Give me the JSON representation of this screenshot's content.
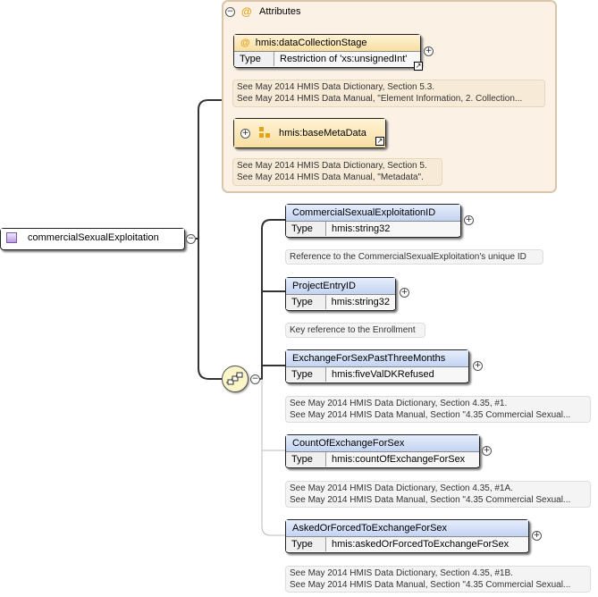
{
  "root": {
    "name": "commercialSexualExploitation",
    "toggle": "−"
  },
  "attributes": {
    "toggle": "−",
    "at_symbol": "@",
    "title": "Attributes",
    "items": [
      {
        "name": "hmis:dataCollectionStage",
        "type_label": "Type",
        "type_value": "Restriction of 'xs:unsignedInt'",
        "note": [
          "See May 2014 HMIS Data Dictionary, Section 5.3.",
          "See May 2014 HMIS Data Manual, \"Element Information, 2. Collection..."
        ]
      },
      {
        "name": "hmis:baseMetaData",
        "note": [
          "See May 2014 HMIS Data Dictionary, Section 5.",
          "See May 2014 HMIS Data Manual, \"Metadata\"."
        ]
      }
    ]
  },
  "sequence": {
    "toggle": "−",
    "icon": "sequence-compositor-icon"
  },
  "elements": [
    {
      "name": "CommercialSexualExploitationID",
      "type_label": "Type",
      "type_value": "hmis:string32",
      "note": [
        "Reference to the CommercialSexualExploitation's unique ID"
      ]
    },
    {
      "name": "ProjectEntryID",
      "type_label": "Type",
      "type_value": "hmis:string32",
      "note": [
        "Key reference to the Enrollment"
      ]
    },
    {
      "name": "ExchangeForSexPastThreeMonths",
      "type_label": "Type",
      "type_value": "hmis:fiveValDKRefused",
      "note": [
        "See May 2014 HMIS Data Dictionary, Section 4.35, #1.",
        "See May 2014 HMIS Data Manual, Section \"4.35 Commercial Sexual..."
      ]
    },
    {
      "name": "CountOfExchangeForSex",
      "type_label": "Type",
      "type_value": "hmis:countOfExchangeForSex",
      "note": [
        "See May 2014 HMIS Data Dictionary, Section 4.35, #1A.",
        "See May 2014 HMIS Data Manual, Section \"4.35 Commercial Sexual..."
      ]
    },
    {
      "name": "AskedOrForcedToExchangeForSex",
      "type_label": "Type",
      "type_value": "hmis:askedOrForcedToExchangeForSex",
      "note": [
        "See May 2014 HMIS Data Dictionary, Section 4.35, #1B.",
        "See May 2014 HMIS Data Manual, Section \"4.35 Commercial Sexual..."
      ]
    }
  ],
  "expand_symbol": "+",
  "link_symbol": "↗"
}
